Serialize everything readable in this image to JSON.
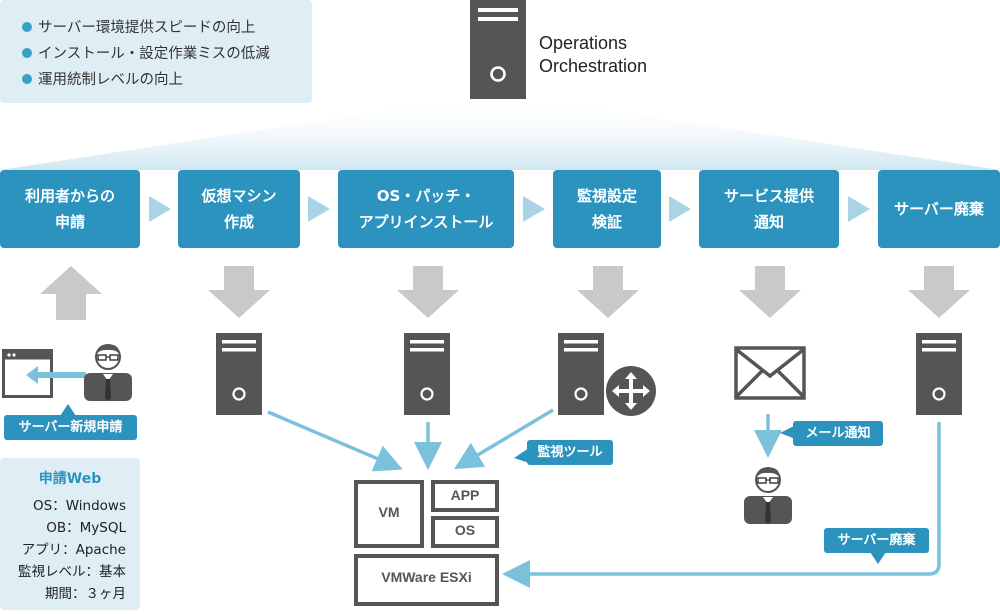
{
  "goals": [
    "サーバー環境提供スピードの向上",
    "インストール・設定作業ミスの低減",
    "運用統制レベルの向上"
  ],
  "orchestrator": {
    "line1": "Operations",
    "line2": "Orchestration"
  },
  "steps": [
    {
      "label": "利用者からの\n申請"
    },
    {
      "label": "仮想マシン\n作成"
    },
    {
      "label": "OS・パッチ・\nアプリインストール"
    },
    {
      "label": "監視設定\n検証"
    },
    {
      "label": "サービス提供\n通知"
    },
    {
      "label": "サーバー廃棄"
    }
  ],
  "callouts": {
    "new_request": "サーバー新規申請",
    "monitoring_tool": "監視ツール",
    "mail_notice": "メール通知",
    "server_disposal": "サーバー廃棄"
  },
  "request_web": {
    "title": "申請Web",
    "lines": [
      "OS：Windows",
      "OB：MySQL",
      "アプリ：Apache",
      "監視レベル：基本",
      "期間：３ヶ月"
    ]
  },
  "infra": {
    "vm": "VM",
    "app": "APP",
    "os": "OS",
    "hypervisor": "VMWare ESXi"
  },
  "icon_names": [
    "server-icon",
    "browser-window-icon",
    "user-icon",
    "mail-icon",
    "move-arrows-icon"
  ],
  "colors": {
    "primary": "#2c93bf",
    "light_panel": "#dfeef5",
    "chevron": "#a9d4e6",
    "server": "#555555",
    "arrow_gray": "#c9c9c9"
  }
}
